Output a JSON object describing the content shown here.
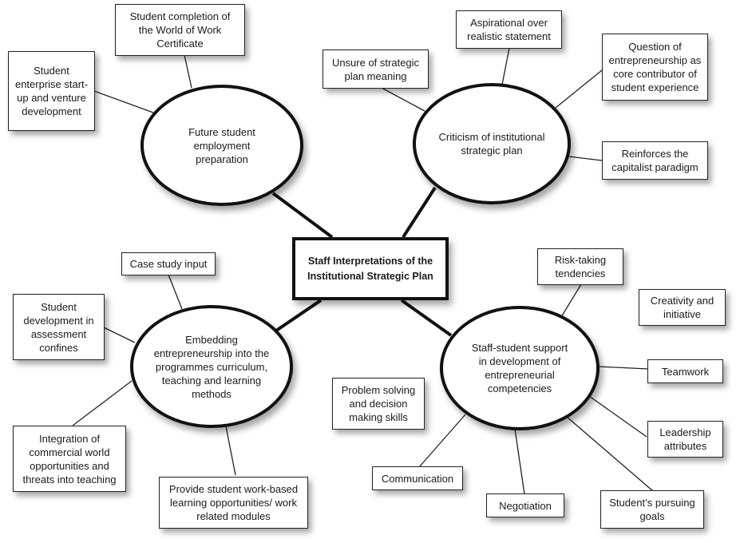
{
  "diagram": {
    "center": {
      "line1": "Staff Interpretations of the",
      "line2": "Institutional Strategic Plan"
    },
    "themes": {
      "employment": {
        "label": "Future student employment preparation",
        "items": [
          "Student completion of the World of Work Certificate",
          "Student enterprise start-up and venture development"
        ]
      },
      "criticism": {
        "label": "Criticism of institutional strategic plan",
        "items": [
          "Unsure of strategic plan meaning",
          "Aspirational over realistic statement",
          "Question of entrepreneurship as core contributor of student experience",
          "Reinforces the capitalist paradigm"
        ]
      },
      "embedding": {
        "label": "Embedding entrepreneurship into the programmes curriculum, teaching and learning methods",
        "items": [
          "Case study input",
          "Student development in assessment confines",
          "Integration of commercial world opportunities and threats into teaching",
          "Provide student work-based learning opportunities/ work related modules"
        ]
      },
      "support": {
        "label": "Staff-student support in development of entrepreneurial competencies",
        "items": [
          "Risk-taking tendencies",
          "Creativity and initiative",
          "Teamwork",
          "Leadership attributes",
          "Student’s pursuing goals",
          "Negotiation",
          "Communication",
          "Problem solving and decision making skills"
        ]
      }
    }
  }
}
